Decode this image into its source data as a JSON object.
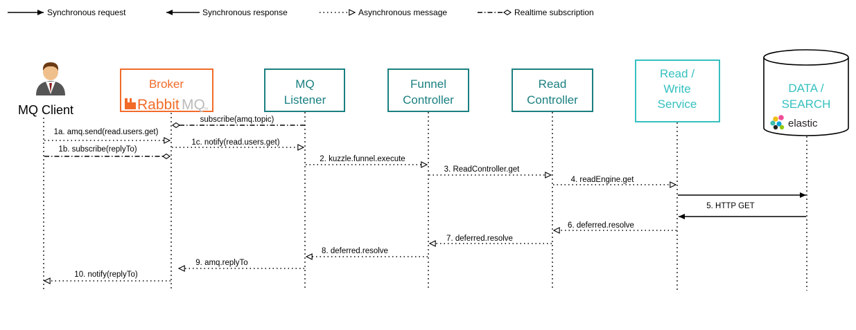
{
  "colors": {
    "teal": "#1a7f80",
    "light_teal": "#36c0c0",
    "orange": "#f26b29",
    "rabbit_gray": "#bbbbbb",
    "line": "#000000"
  },
  "legend": {
    "sync_request": "Synchronous request",
    "sync_response": "Synchronous response",
    "async_message": "Asynchronous message",
    "realtime_subscription": "Realtime subscription"
  },
  "actors": {
    "client": {
      "label": "MQ Client",
      "icon": "user-icon"
    },
    "broker": {
      "label": "Broker",
      "logo_text_a": "Rabbit",
      "logo_text_b": "MQ",
      "logo_tm": "TM"
    },
    "mq_listener": {
      "line1": "MQ",
      "line2": "Listener"
    },
    "funnel": {
      "line1": "Funnel",
      "line2": "Controller"
    },
    "read_controller": {
      "line1": "Read",
      "line2": "Controller"
    },
    "rw_service": {
      "line1": "Read /",
      "line2": "Write",
      "line3": "Service"
    },
    "data": {
      "line1": "DATA /",
      "line2": "SEARCH",
      "logo_text": "elastic"
    }
  },
  "messages": [
    {
      "label": "subscribe(amq.topic)"
    },
    {
      "label": "1a. amq.send(read.users.get)"
    },
    {
      "label": "1c. notify(read.users.get)"
    },
    {
      "label": "1b. subscribe(replyTo)"
    },
    {
      "label": "2. kuzzle.funnel.execute"
    },
    {
      "label": "3. ReadController.get"
    },
    {
      "label": "4. readEngine.get"
    },
    {
      "label": "5. HTTP GET"
    },
    {
      "label": "6. deferred.resolve"
    },
    {
      "label": "7. deferred.resolve"
    },
    {
      "label": "8. deferred.resolve"
    },
    {
      "label": "9. amq.replyTo"
    },
    {
      "label": "10. notify(replyTo)"
    }
  ]
}
